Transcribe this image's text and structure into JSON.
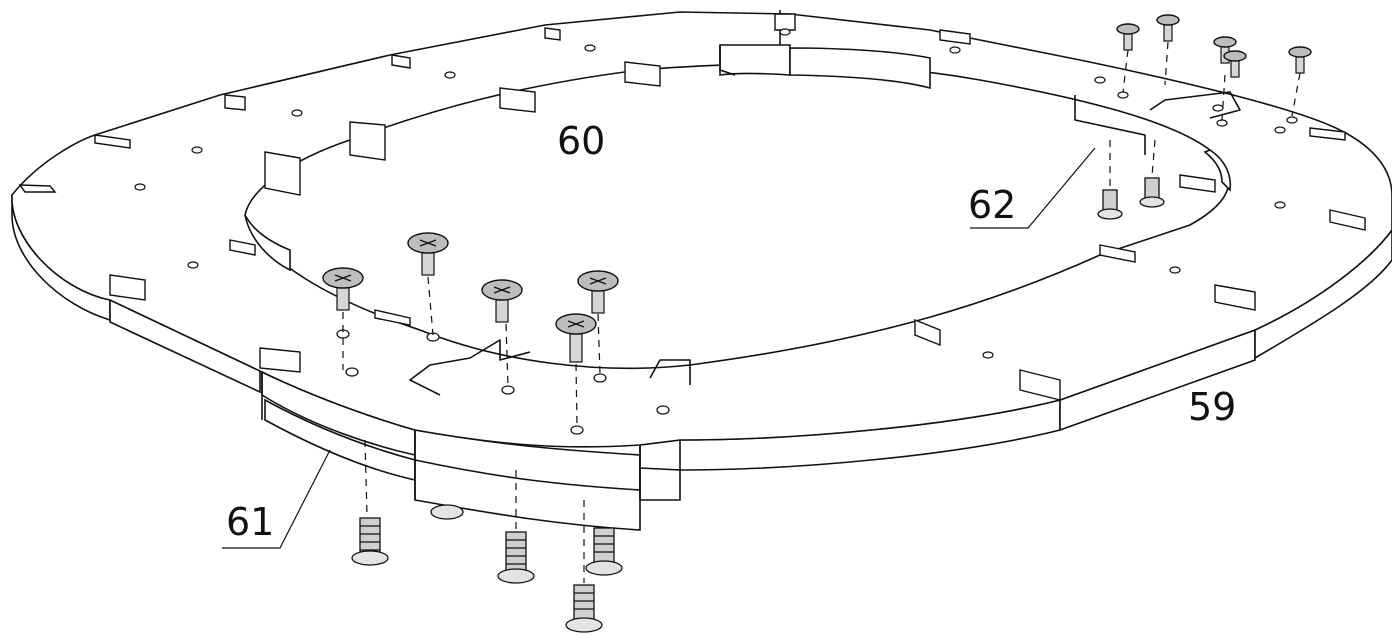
{
  "figure": {
    "callouts": [
      {
        "id": "part-59",
        "label": "59"
      },
      {
        "id": "part-60",
        "label": "60"
      },
      {
        "id": "part-61",
        "label": "61"
      },
      {
        "id": "part-62",
        "label": "62"
      }
    ]
  },
  "colors": {
    "line": "#111111",
    "background": "#ffffff",
    "screw_fill": "#bdbdbd",
    "insert_fill": "#cfcfcf"
  }
}
